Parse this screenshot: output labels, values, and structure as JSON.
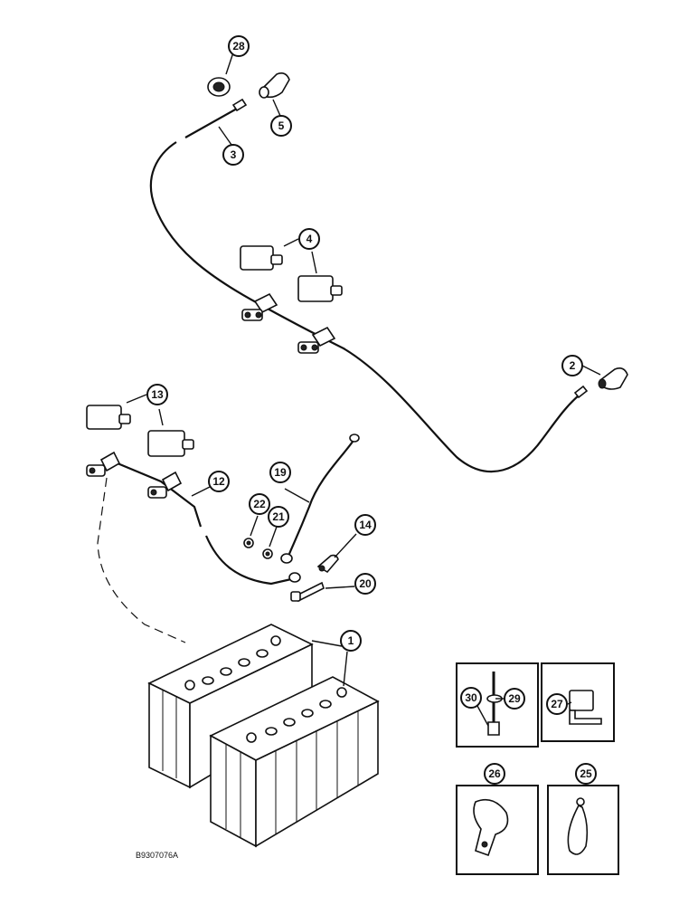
{
  "figure_reference": "B9307076A",
  "callouts": [
    {
      "id": "c28",
      "label": "28"
    },
    {
      "id": "c5",
      "label": "5"
    },
    {
      "id": "c3",
      "label": "3"
    },
    {
      "id": "c4",
      "label": "4"
    },
    {
      "id": "c2",
      "label": "2"
    },
    {
      "id": "c13",
      "label": "13"
    },
    {
      "id": "c12",
      "label": "12"
    },
    {
      "id": "c19",
      "label": "19"
    },
    {
      "id": "c22",
      "label": "22"
    },
    {
      "id": "c21",
      "label": "21"
    },
    {
      "id": "c14",
      "label": "14"
    },
    {
      "id": "c20",
      "label": "20"
    },
    {
      "id": "c1",
      "label": "1"
    },
    {
      "id": "c30",
      "label": "30"
    },
    {
      "id": "c29",
      "label": "29"
    },
    {
      "id": "c27",
      "label": "27"
    },
    {
      "id": "c26",
      "label": "26"
    },
    {
      "id": "c25",
      "label": "25"
    }
  ]
}
